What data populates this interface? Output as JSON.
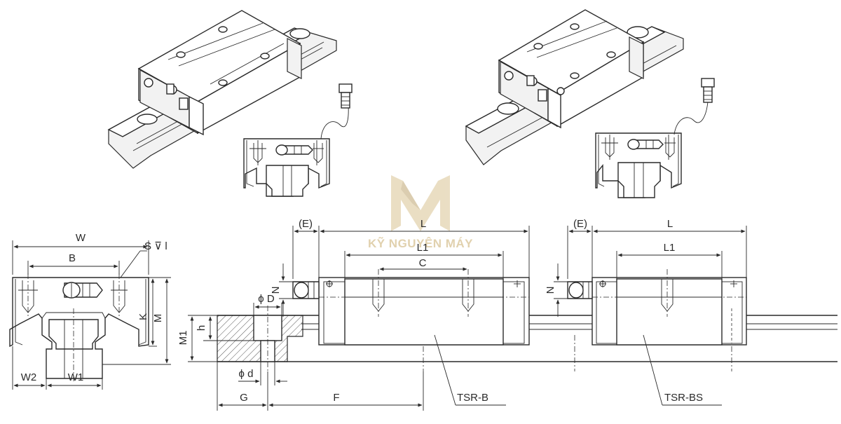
{
  "watermark": {
    "text": "KỸ NGUYÊN MÁY",
    "color": "#dcc9a0"
  },
  "front_view": {
    "W": "W",
    "B": "B",
    "S_l": "S ⊽ l",
    "K": "K",
    "M": "M",
    "W1": "W1",
    "W2": "W2"
  },
  "side_view": {
    "E_left": "(E)",
    "L_left": "L",
    "L1_left": "L1",
    "C": "C",
    "N_left": "N",
    "phiD": "ϕ D",
    "h": "h",
    "M1": "M1",
    "phid": "ϕ d",
    "G": "G",
    "F": "F",
    "E_right": "(E)",
    "L_right": "L",
    "L1_right": "L1",
    "N_right": "N"
  },
  "callouts": {
    "tsr_b": "TSR-B",
    "tsr_bs": "TSR-BS"
  },
  "colors": {
    "line": "#2a2a2a",
    "background": "#ffffff",
    "watermark": "#dcc9a0"
  }
}
